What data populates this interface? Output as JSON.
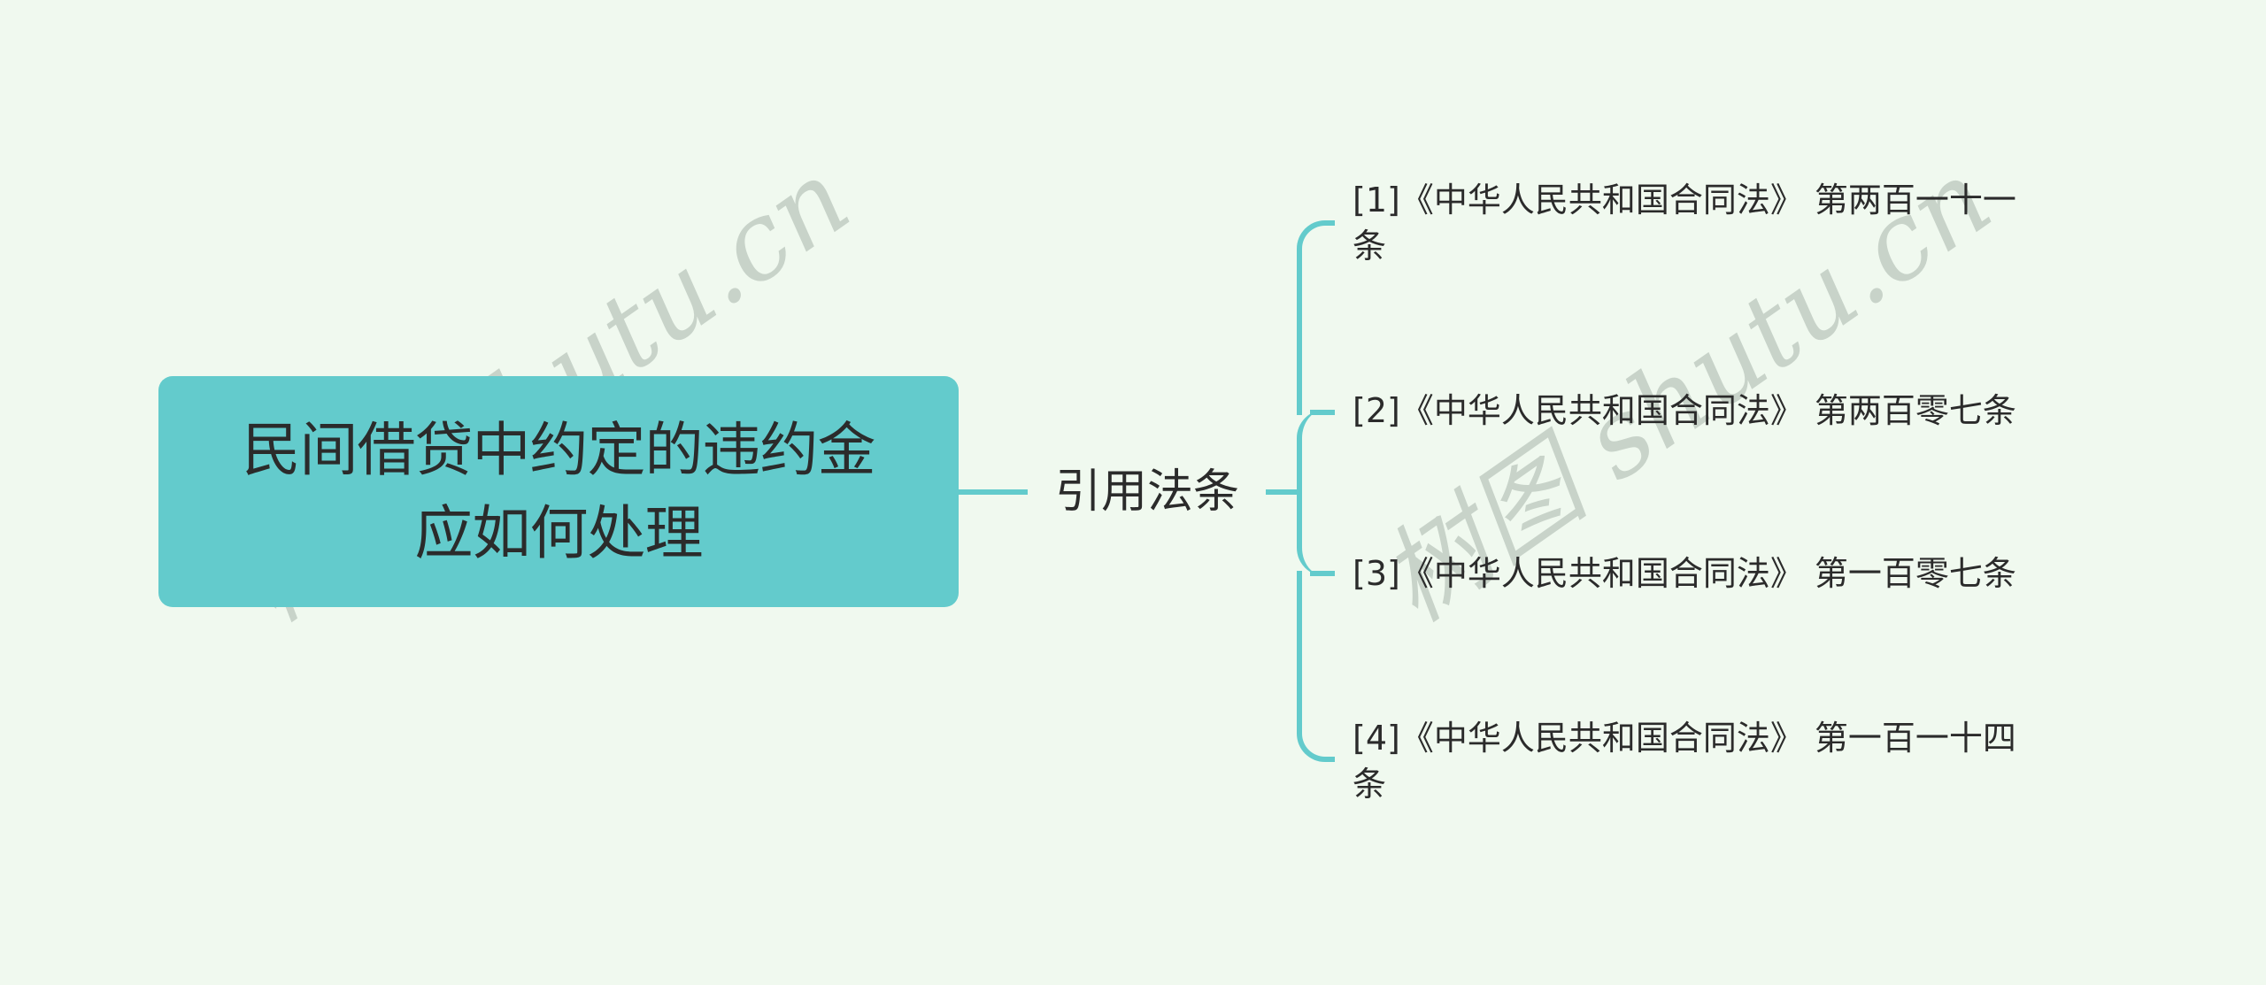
{
  "mindmap": {
    "root": {
      "label": "民间借贷中约定的违约金应如何处理",
      "lines": [
        "民间借贷中约定的违约金",
        "应如何处理"
      ]
    },
    "branch": {
      "label": "引用法条"
    },
    "leaves": [
      {
        "lines": [
          "[1]《中华人民共和国合同法》 第两百一十一",
          "条"
        ]
      },
      {
        "lines": [
          "[2]《中华人民共和国合同法》 第两百零七条"
        ]
      },
      {
        "lines": [
          "[3]《中华人民共和国合同法》 第一百零七条"
        ]
      },
      {
        "lines": [
          "[4]《中华人民共和国合同法》 第一百一十四",
          "条"
        ]
      }
    ]
  },
  "watermark": {
    "text": "树图 shutu.cn"
  },
  "colors": {
    "background": "#f0f9ef",
    "node": "#63cbcc",
    "connector": "#63cbcc",
    "text": "#2b2b2b"
  }
}
